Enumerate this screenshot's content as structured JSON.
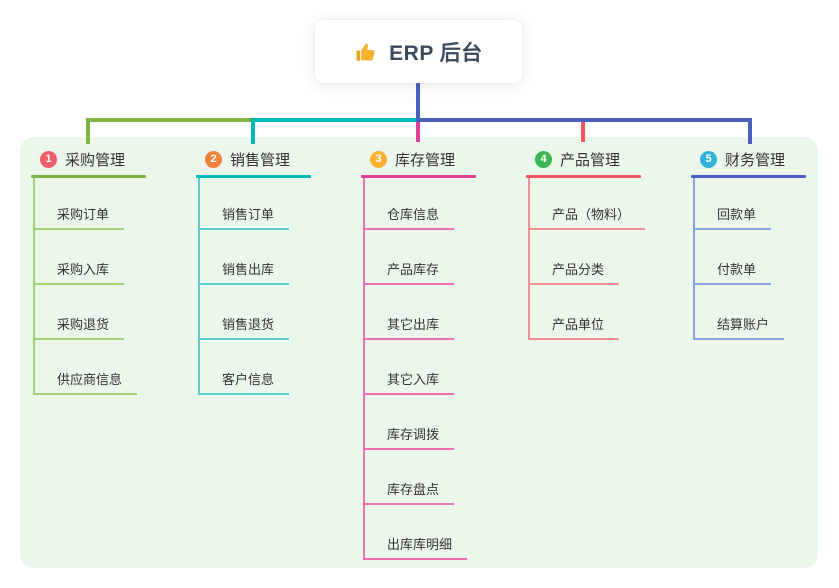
{
  "root": {
    "title": "ERP 后台",
    "icon": "thumbs-up-icon",
    "icon_color": "#f2b430"
  },
  "colors": {
    "panel_bg": "#ebf7eb",
    "root_stem": "#4a5fc1",
    "text_dark": "#333333",
    "root_text": "#3d4a5e"
  },
  "branches": [
    {
      "index": "1",
      "label": "采购管理",
      "badge_color": "#f25c66",
      "line_color": "#7cb342",
      "child_line_color": "#a5d178",
      "children": [
        "采购订单",
        "采购入库",
        "采购退货",
        "供应商信息"
      ]
    },
    {
      "index": "2",
      "label": "销售管理",
      "badge_color": "#f5823b",
      "line_color": "#00b9bd",
      "child_line_color": "#5fcdcd",
      "children": [
        "销售订单",
        "销售出库",
        "销售退货",
        "客户信息"
      ]
    },
    {
      "index": "3",
      "label": "库存管理",
      "badge_color": "#f9b233",
      "line_color": "#e0409a",
      "child_line_color": "#ee6fb2",
      "children": [
        "仓库信息",
        "产品库存",
        "其它出库",
        "其它入库",
        "库存调拨",
        "库存盘点",
        "出库库明细"
      ]
    },
    {
      "index": "4",
      "label": "产品管理",
      "badge_color": "#3cb554",
      "line_color": "#f4545c",
      "child_line_color": "#f58f94",
      "children": [
        "产品（物料）",
        "产品分类",
        "产品单位"
      ]
    },
    {
      "index": "5",
      "label": "财务管理",
      "badge_color": "#2fb3db",
      "line_color": "#4a5fc1",
      "child_line_color": "#8aa6e4",
      "children": [
        "回款单",
        "付款单",
        "结算账户"
      ]
    }
  ]
}
